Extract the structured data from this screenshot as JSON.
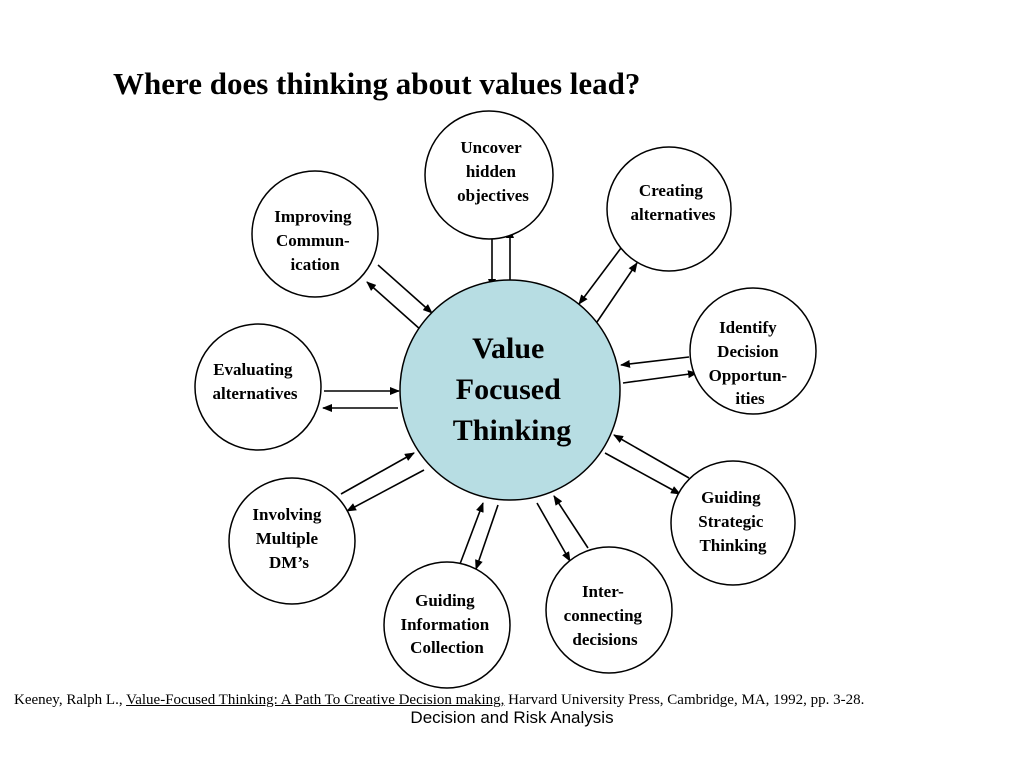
{
  "slide": {
    "title": "Where does thinking about values lead?",
    "footer": "Decision and Risk Analysis"
  },
  "diagram": {
    "center": {
      "lines": [
        "Value",
        "Focused",
        "Thinking"
      ],
      "fill": "#b7dde3"
    },
    "nodes": [
      {
        "key": "uncover",
        "lines": [
          "Uncover",
          "hidden",
          "objectives"
        ]
      },
      {
        "key": "creating",
        "lines": [
          "Creating",
          "alternatives"
        ]
      },
      {
        "key": "identify",
        "lines": [
          "Identify",
          "Decision",
          "Opportun-",
          "ities"
        ]
      },
      {
        "key": "strategic",
        "lines": [
          "Guiding",
          "Strategic",
          "Thinking"
        ]
      },
      {
        "key": "interconnecting",
        "lines": [
          "Inter-",
          "connecting",
          "decisions"
        ]
      },
      {
        "key": "information",
        "lines": [
          "Guiding",
          "Information",
          "Collection"
        ]
      },
      {
        "key": "multiple",
        "lines": [
          "Involving",
          "Multiple",
          "DM’s"
        ]
      },
      {
        "key": "evaluating",
        "lines": [
          "Evaluating",
          "alternatives"
        ]
      },
      {
        "key": "communication",
        "lines": [
          "Improving",
          "Commun-",
          "ication"
        ]
      }
    ]
  },
  "citation": {
    "author": "Keeney, Ralph L., ",
    "book": "Value-Focused Thinking:  A Path To Creative Decision making,",
    "rest": " Harvard University Press, Cambridge, MA, 1992, pp. 3-28."
  }
}
